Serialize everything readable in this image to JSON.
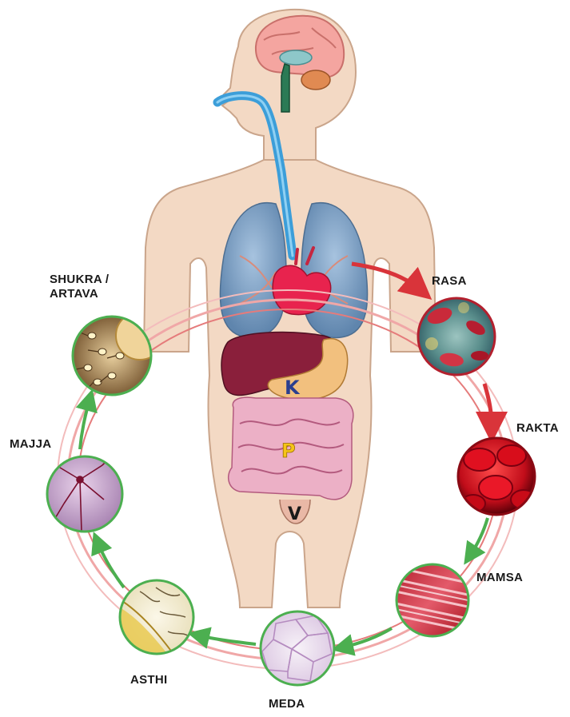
{
  "diagram": {
    "dosha_markers": {
      "kapha": "K",
      "pitta": "P",
      "vata": "V"
    },
    "dhatu_cycle": [
      {
        "id": "rasa",
        "label": "RASA",
        "image": "plasma-cells-micrograph"
      },
      {
        "id": "rakta",
        "label": "RAKTA",
        "image": "red-blood-cells-micrograph"
      },
      {
        "id": "mamsa",
        "label": "MAMSA",
        "image": "muscle-fibres-micrograph"
      },
      {
        "id": "meda",
        "label": "MEDA",
        "image": "fat-cells-micrograph"
      },
      {
        "id": "asthi",
        "label": "ASTHI",
        "image": "bone-tissue-micrograph"
      },
      {
        "id": "majja",
        "label": "MAJJA",
        "image": "neuron-marrow-micrograph"
      },
      {
        "id": "shukra",
        "label_line1": "SHUKRA /",
        "label_line2": "ARTAVA",
        "image": "sperm-egg-micrograph"
      }
    ],
    "colors": {
      "skin": "#f3d9c4",
      "skin_outline": "#caa58b",
      "ring_red": "#d9343a",
      "ring_pink": "#f0a7a7",
      "arrow_green": "#4caf50",
      "lung_blue": "#7fa6c9",
      "airway_blue": "#3c9ed9",
      "heart": "#e8234e",
      "liver": "#8a1f3b",
      "stomach": "#f2c07e",
      "intestine": "#e79ab8"
    }
  }
}
